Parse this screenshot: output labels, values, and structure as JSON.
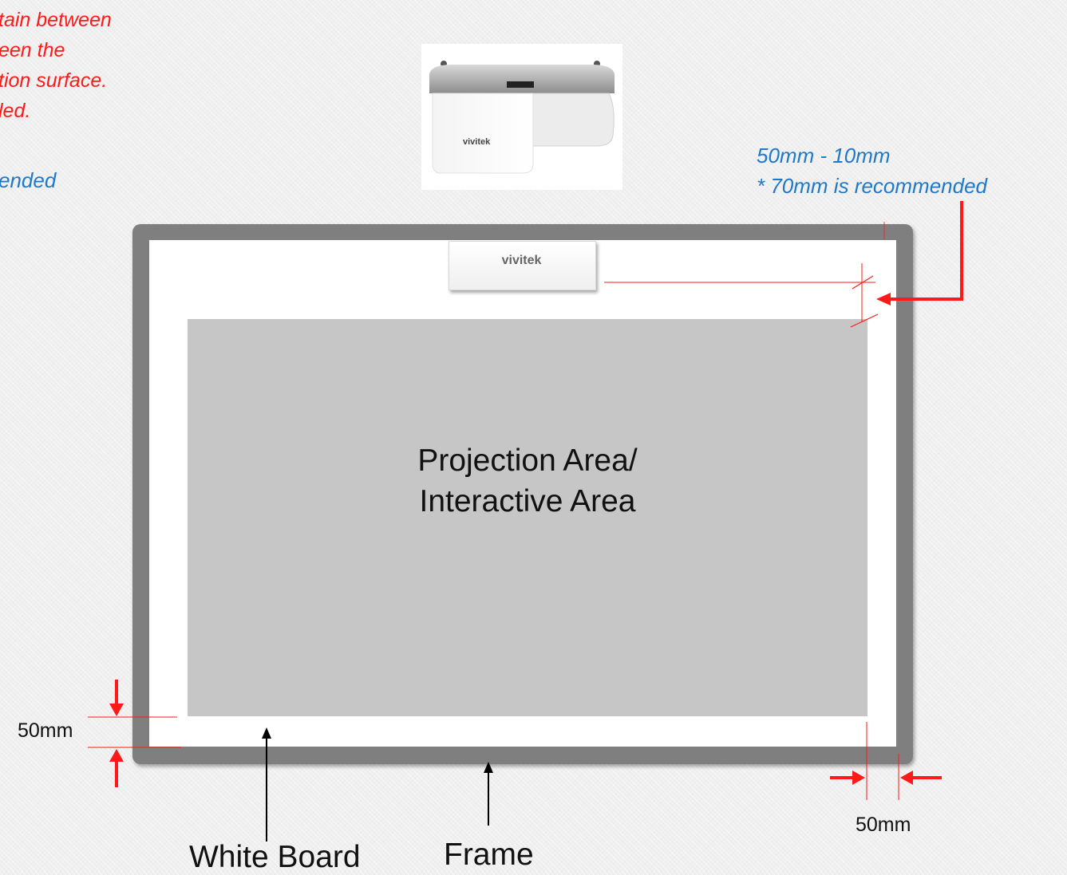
{
  "top_left_note": {
    "lines": [
      "tain between",
      "een the",
      "tion surface.",
      "led."
    ],
    "blue_line": "ended"
  },
  "top_right_note": {
    "line1": "50mm - 10mm",
    "line2": "* 70mm is recommended"
  },
  "projector_logo": "vivitek",
  "mount_logo": "vivitek",
  "projection_area": {
    "line1": "Projection Area/",
    "line2": "Interactive Area"
  },
  "dimensions": {
    "left": "50mm",
    "bottom_right": "50mm"
  },
  "labels": {
    "white_board": "White Board",
    "frame": "Frame"
  },
  "colors": {
    "red": "#ff1a1a",
    "blue": "#1f78c8",
    "frame": "#7f7f7f",
    "projection": "#c6c6c6"
  }
}
